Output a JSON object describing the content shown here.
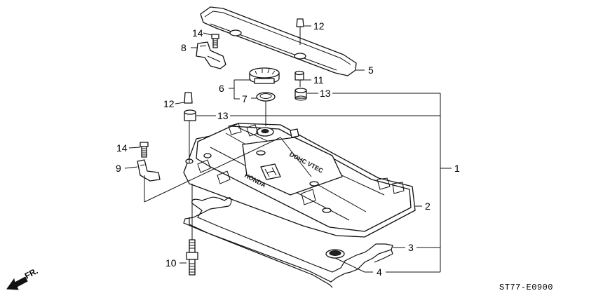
{
  "diagram": {
    "reference_code": "ST77-E0900",
    "direction_label": "FR.",
    "emboss_text": "DOHC VTEC",
    "emboss_brand": "HONDA"
  },
  "callouts": {
    "p1": "1",
    "p2": "2",
    "p3": "3",
    "p4": "4",
    "p5": "5",
    "p6": "6",
    "p7": "7",
    "p8": "8",
    "p9": "9",
    "p10": "10",
    "p11": "11",
    "p12_top": "12",
    "p12_left": "12",
    "p13_top": "13",
    "p13_mid": "13",
    "p14_top": "14",
    "p14_left": "14"
  }
}
